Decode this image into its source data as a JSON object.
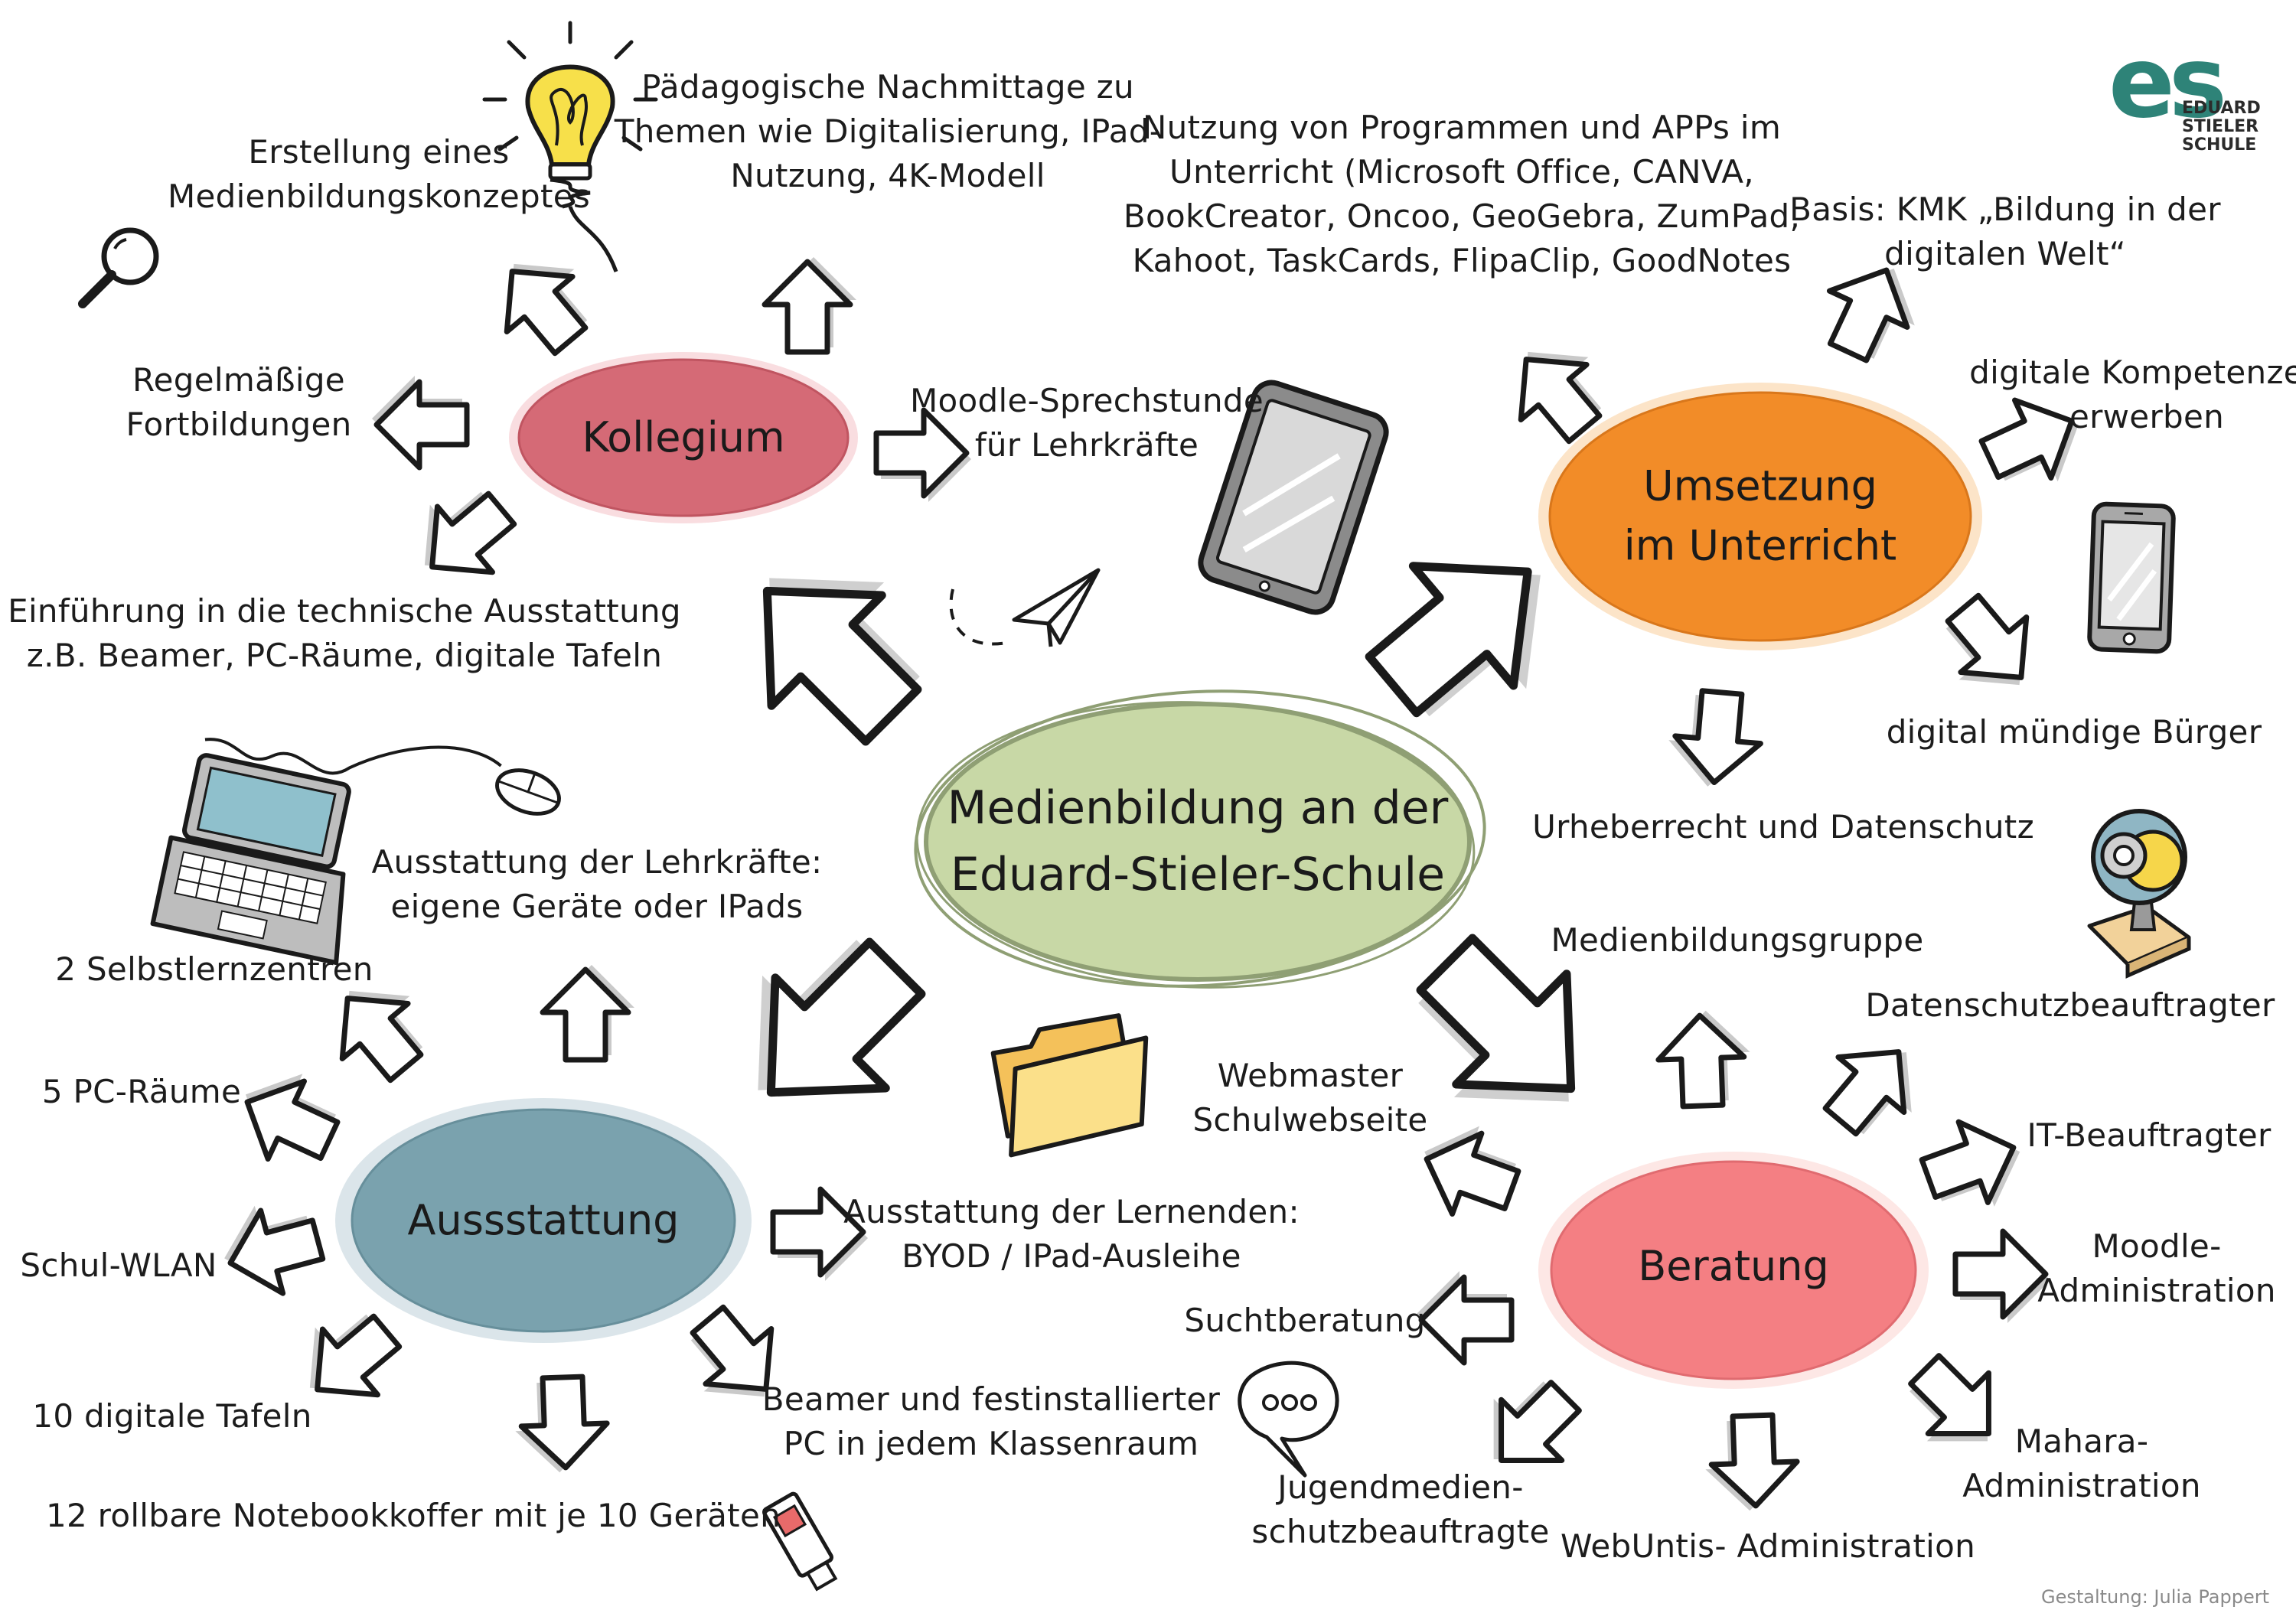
{
  "center": {
    "lines": [
      "Medienbildung an der",
      "Eduard-Stieler-Schule"
    ]
  },
  "nodes": {
    "kollegium": {
      "lines": [
        "Kollegium"
      ],
      "color": "#d56a76"
    },
    "umsetzung": {
      "lines": [
        "Umsetzung",
        "im Unterricht"
      ],
      "color": "#f28c28"
    },
    "ausstattung": {
      "lines": [
        "Aussstattung"
      ],
      "color": "#7aa2ae"
    },
    "beratung": {
      "lines": [
        "Beratung"
      ],
      "color": "#f47f83"
    },
    "center_color": "#c8d8a6"
  },
  "kollegium_items": {
    "konzept": [
      "Erstellung eines",
      "Medienbildungskonzeptes"
    ],
    "nachmittage": [
      "Pädagogische Nachmittage zu",
      "Themen wie Digitalisierung, IPad-",
      "Nutzung, 4K-Modell"
    ],
    "fortbildungen": [
      "Regelmäßige",
      "Fortbildungen"
    ],
    "moodle": [
      "Moodle-Sprechstunde",
      "für Lehrkräfte"
    ],
    "technik": [
      "Einführung in die technische Ausstattung",
      "z.B. Beamer, PC-Räume, digitale Tafeln"
    ]
  },
  "umsetzung_items": {
    "programme": [
      "Nutzung von Programmen und APPs im",
      "Unterricht (Microsoft Office, CANVA,",
      "BookCreator, Oncoo, GeoGebra, ZumPad,",
      "Kahoot, TaskCards, FlipaClip, GoodNotes"
    ],
    "kmk": [
      "Basis: KMK „Bildung in der",
      "digitalen Welt“"
    ],
    "kompetenzen": [
      "digitale Kompetenzen",
      "erwerben"
    ],
    "buerger": [
      "digital mündige Bürger"
    ],
    "urheberrecht": [
      "Urheberrecht und Datenschutz"
    ]
  },
  "ausstattung_items": {
    "lehrkraefte": [
      "Ausstattung der Lehrkräfte:",
      "eigene Geräte oder IPads"
    ],
    "selbstlern": [
      "2 Selbstlernzentren"
    ],
    "pcraeume": [
      "5 PC-Räume"
    ],
    "wlan": [
      "Schul-WLAN"
    ],
    "tafeln": [
      "10 digitale Tafeln"
    ],
    "notebook": [
      "12 rollbare Notebookkoffer mit je 10 Geräten"
    ],
    "beamer": [
      "Beamer und festinstallierter",
      "PC in jedem Klassenraum"
    ],
    "lernende": [
      "Ausstattung der Lernenden:",
      "BYOD / IPad-Ausleihe"
    ]
  },
  "beratung_items": {
    "gruppe": [
      "Medienbildungsgruppe"
    ],
    "webmaster": [
      "Webmaster",
      "Schulwebseite"
    ],
    "datenschutz": [
      "Datenschutzbeauftragter"
    ],
    "it": [
      "IT-Beauftragter"
    ],
    "moodle": [
      "Moodle-",
      "Administration"
    ],
    "sucht": [
      "Suchtberatung"
    ],
    "jugend": [
      "Jugendmedien-",
      "schutzbeauftragte"
    ],
    "webuntis": [
      "WebUntis- Administration"
    ],
    "mahara": [
      "Mahara-",
      "Administration"
    ]
  },
  "brand": {
    "mark": "es",
    "lines": [
      "EDUARD",
      "STIELER",
      "SCHULE"
    ],
    "color": "#2e8378"
  },
  "credit": "Gestaltung: Julia Pappert",
  "icons": [
    "lightbulb-icon",
    "magnifier-icon",
    "tablet-icon",
    "paper-plane-icon",
    "smartphone-icon",
    "laptop-icon",
    "mouse-icon",
    "webcam-icon",
    "folder-icon",
    "speech-bubble-icon",
    "usb-stick-icon"
  ]
}
